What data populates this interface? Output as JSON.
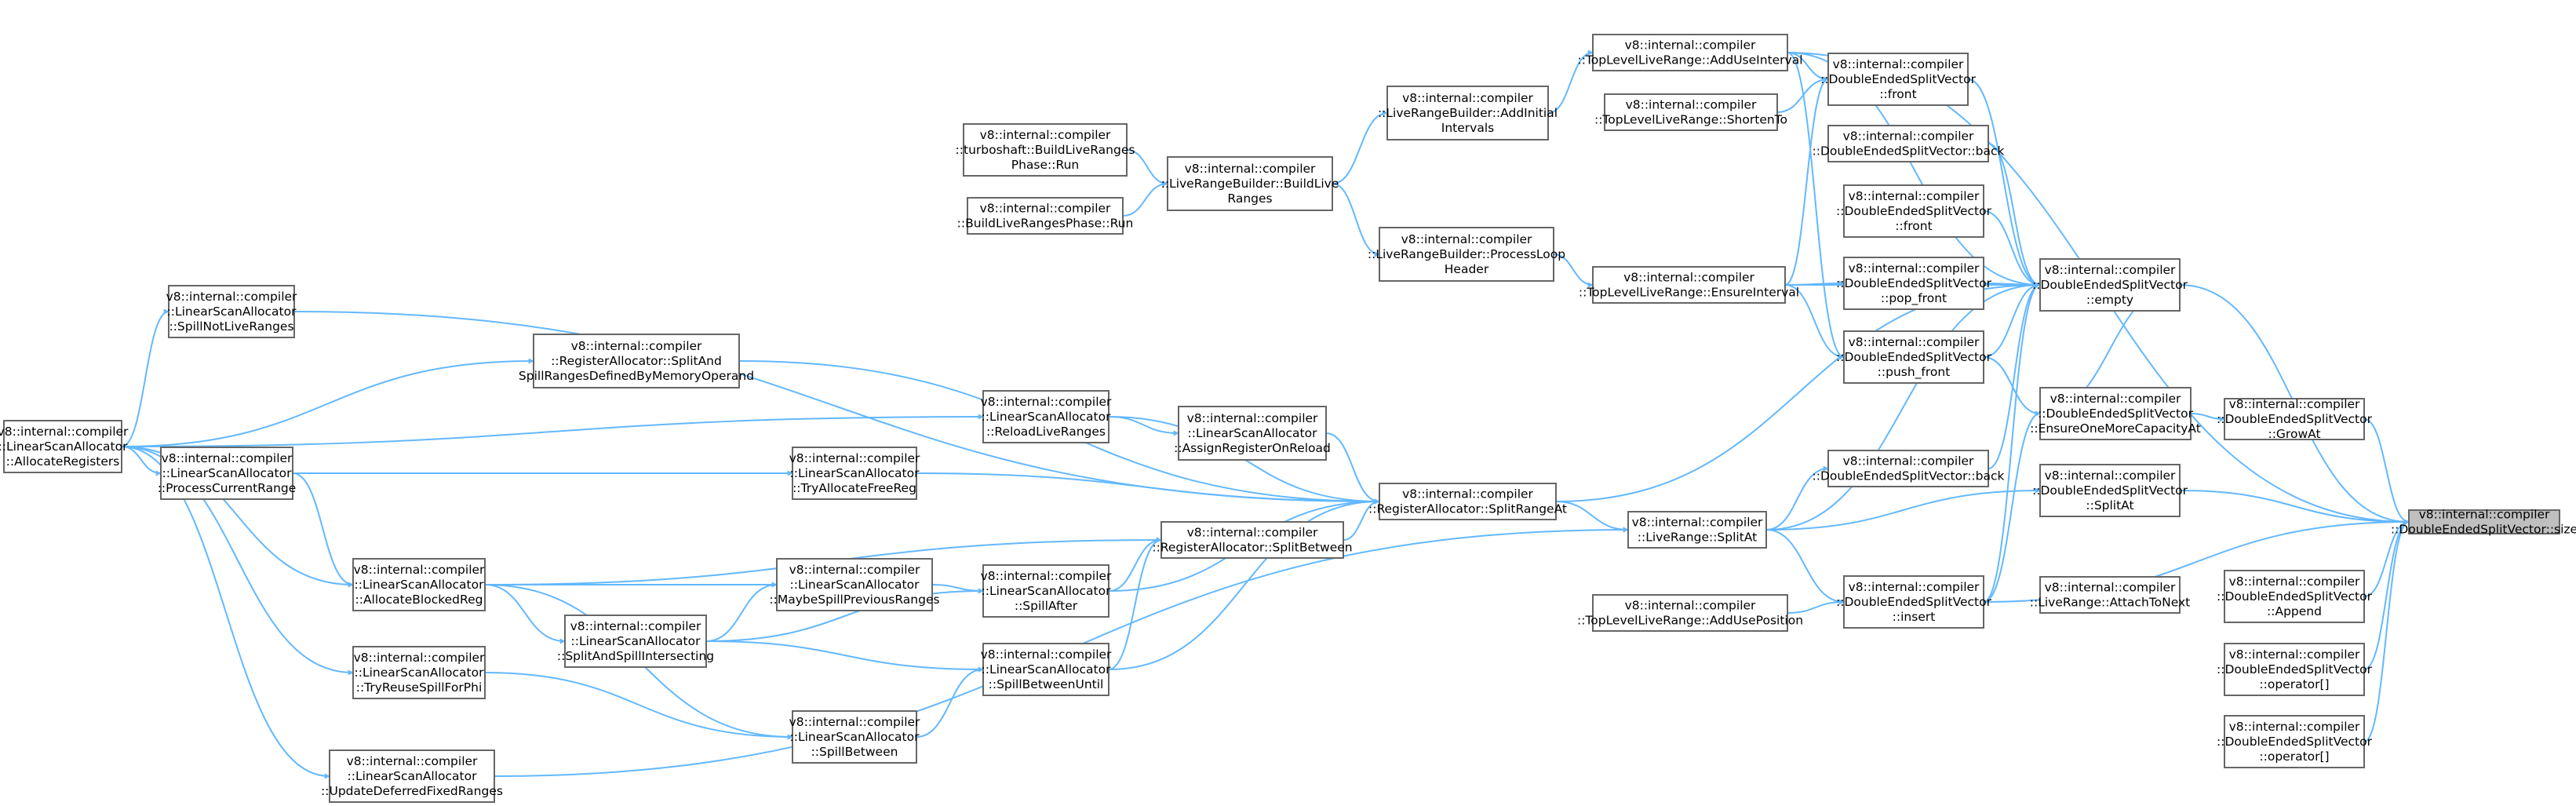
{
  "graph": {
    "edge_color": "#63b8ff",
    "node_border_color": "#666666",
    "focus_fill_color": "#bfbfbf",
    "nodes": [
      {
        "id": "size",
        "lines": [
          "v8::internal::compiler",
          "::DoubleEndedSplitVector::size"
        ],
        "focus": true
      },
      {
        "id": "growat",
        "lines": [
          "v8::internal::compiler",
          "::DoubleEndedSplitVector",
          "::GrowAt"
        ]
      },
      {
        "id": "splitat_dev",
        "lines": [
          "v8::internal::compiler",
          "::DoubleEndedSplitVector",
          "::SplitAt"
        ]
      },
      {
        "id": "append",
        "lines": [
          "v8::internal::compiler",
          "::DoubleEndedSplitVector",
          "::Append"
        ]
      },
      {
        "id": "opidx1",
        "lines": [
          "v8::internal::compiler",
          "::DoubleEndedSplitVector",
          "::operator[]"
        ]
      },
      {
        "id": "opidx2",
        "lines": [
          "v8::internal::compiler",
          "::DoubleEndedSplitVector",
          "::operator[]"
        ]
      },
      {
        "id": "empty",
        "lines": [
          "v8::internal::compiler",
          "::DoubleEndedSplitVector",
          "::empty"
        ]
      },
      {
        "id": "ensure1",
        "lines": [
          "v8::internal::compiler",
          "::DoubleEndedSplitVector",
          "::EnsureOneMoreCapacityAt"
        ]
      },
      {
        "id": "attachtonext",
        "lines": [
          "v8::internal::compiler",
          "::LiveRange::AttachToNext"
        ]
      },
      {
        "id": "front1",
        "lines": [
          "v8::internal::compiler",
          "::DoubleEndedSplitVector",
          "::front"
        ]
      },
      {
        "id": "back1",
        "lines": [
          "v8::internal::compiler",
          "::DoubleEndedSplitVector::back"
        ]
      },
      {
        "id": "front2",
        "lines": [
          "v8::internal::compiler",
          "::DoubleEndedSplitVector",
          "::front"
        ]
      },
      {
        "id": "popfront",
        "lines": [
          "v8::internal::compiler",
          "::DoubleEndedSplitVector",
          "::pop_front"
        ]
      },
      {
        "id": "pushfront",
        "lines": [
          "v8::internal::compiler",
          "::DoubleEndedSplitVector",
          "::push_front"
        ]
      },
      {
        "id": "back2",
        "lines": [
          "v8::internal::compiler",
          "::DoubleEndedSplitVector::back"
        ]
      },
      {
        "id": "insert",
        "lines": [
          "v8::internal::compiler",
          "::DoubleEndedSplitVector",
          "::insert"
        ]
      },
      {
        "id": "adduseinterval",
        "lines": [
          "v8::internal::compiler",
          "::TopLevelLiveRange::AddUseInterval"
        ]
      },
      {
        "id": "shortento",
        "lines": [
          "v8::internal::compiler",
          "::TopLevelLiveRange::ShortenTo"
        ]
      },
      {
        "id": "ensureinterval",
        "lines": [
          "v8::internal::compiler",
          "::TopLevelLiveRange::EnsureInterval"
        ]
      },
      {
        "id": "splitat_lr",
        "lines": [
          "v8::internal::compiler",
          "::LiveRange::SplitAt"
        ]
      },
      {
        "id": "addusepos",
        "lines": [
          "v8::internal::compiler",
          "::TopLevelLiveRange::AddUsePosition"
        ]
      },
      {
        "id": "addinitial",
        "lines": [
          "v8::internal::compiler",
          "::LiveRangeBuilder::AddInitial",
          "Intervals"
        ]
      },
      {
        "id": "processloop",
        "lines": [
          "v8::internal::compiler",
          "::LiveRangeBuilder::ProcessLoop",
          "Header"
        ]
      },
      {
        "id": "buildlive",
        "lines": [
          "v8::internal::compiler",
          "::LiveRangeBuilder::BuildLive",
          "Ranges"
        ]
      },
      {
        "id": "tsbuild",
        "lines": [
          "v8::internal::compiler",
          "::turboshaft::BuildLiveRanges",
          "Phase::Run"
        ]
      },
      {
        "id": "buildphase",
        "lines": [
          "v8::internal::compiler",
          "::BuildLiveRangesPhase::Run"
        ]
      },
      {
        "id": "splitrangeat",
        "lines": [
          "v8::internal::compiler",
          "::RegisterAllocator::SplitRangeAt"
        ]
      },
      {
        "id": "splitbetween_ra",
        "lines": [
          "v8::internal::compiler",
          "::RegisterAllocator::SplitBetween"
        ]
      },
      {
        "id": "assignreg",
        "lines": [
          "v8::internal::compiler",
          "::LinearScanAllocator",
          "::AssignRegisterOnReload"
        ]
      },
      {
        "id": "reloadlive",
        "lines": [
          "v8::internal::compiler",
          "::LinearScanAllocator",
          "::ReloadLiveRanges"
        ]
      },
      {
        "id": "spillafter",
        "lines": [
          "v8::internal::compiler",
          "::LinearScanAllocator",
          "::SpillAfter"
        ]
      },
      {
        "id": "spillbetweenuntil",
        "lines": [
          "v8::internal::compiler",
          "::LinearScanAllocator",
          "::SpillBetweenUntil"
        ]
      },
      {
        "id": "tryallocfree",
        "lines": [
          "v8::internal::compiler",
          "::LinearScanAllocator",
          "::TryAllocateFreeReg"
        ]
      },
      {
        "id": "maybespill",
        "lines": [
          "v8::internal::compiler",
          "::LinearScanAllocator",
          "::MaybeSpillPreviousRanges"
        ]
      },
      {
        "id": "spillbetween",
        "lines": [
          "v8::internal::compiler",
          "::LinearScanAllocator",
          "::SpillBetween"
        ]
      },
      {
        "id": "splitandspill",
        "lines": [
          "v8::internal::compiler",
          "::RegisterAllocator::SplitAnd",
          "SpillRangesDefinedByMemoryOperand"
        ]
      },
      {
        "id": "splitspillint",
        "lines": [
          "v8::internal::compiler",
          "::LinearScanAllocator",
          "::SplitAndSpillIntersecting"
        ]
      },
      {
        "id": "allocblocked",
        "lines": [
          "v8::internal::compiler",
          "::LinearScanAllocator",
          "::AllocateBlockedReg"
        ]
      },
      {
        "id": "tryreuse",
        "lines": [
          "v8::internal::compiler",
          "::LinearScanAllocator",
          "::TryReuseSpillForPhi"
        ]
      },
      {
        "id": "updatedeferred",
        "lines": [
          "v8::internal::compiler",
          "::LinearScanAllocator",
          "::UpdateDeferredFixedRanges"
        ]
      },
      {
        "id": "spillnotlive",
        "lines": [
          "v8::internal::compiler",
          "::LinearScanAllocator",
          "::SpillNotLiveRanges"
        ]
      },
      {
        "id": "processcurrent",
        "lines": [
          "v8::internal::compiler",
          "::LinearScanAllocator",
          "::ProcessCurrentRange"
        ]
      },
      {
        "id": "allocregs",
        "lines": [
          "v8::internal::compiler",
          "::LinearScanAllocator",
          "::AllocateRegisters"
        ]
      }
    ],
    "edges": [
      [
        "growat",
        "size"
      ],
      [
        "splitat_dev",
        "size"
      ],
      [
        "append",
        "size"
      ],
      [
        "opidx1",
        "size"
      ],
      [
        "opidx2",
        "size"
      ],
      [
        "empty",
        "size"
      ],
      [
        "adduseinterval",
        "size"
      ],
      [
        "insert",
        "size"
      ],
      [
        "ensure1",
        "growat"
      ],
      [
        "front1",
        "empty"
      ],
      [
        "back1",
        "empty"
      ],
      [
        "front2",
        "empty"
      ],
      [
        "popfront",
        "empty"
      ],
      [
        "pushfront",
        "empty"
      ],
      [
        "back2",
        "empty"
      ],
      [
        "ensure1",
        "empty"
      ],
      [
        "insert",
        "empty"
      ],
      [
        "adduseinterval",
        "empty"
      ],
      [
        "ensureinterval",
        "empty"
      ],
      [
        "splitat_lr",
        "empty"
      ],
      [
        "splitrangeat",
        "empty"
      ],
      [
        "insert",
        "ensure1"
      ],
      [
        "pushfront",
        "ensure1"
      ],
      [
        "adduseinterval",
        "front1"
      ],
      [
        "shortento",
        "front1"
      ],
      [
        "ensureinterval",
        "front1"
      ],
      [
        "ensureinterval",
        "popfront"
      ],
      [
        "ensureinterval",
        "pushfront"
      ],
      [
        "adduseinterval",
        "pushfront"
      ],
      [
        "splitat_lr",
        "back2"
      ],
      [
        "splitat_lr",
        "splitat_dev"
      ],
      [
        "splitat_lr",
        "insert"
      ],
      [
        "addusepos",
        "insert"
      ],
      [
        "addinitial",
        "adduseinterval"
      ],
      [
        "processloop",
        "ensureinterval"
      ],
      [
        "buildlive",
        "addinitial"
      ],
      [
        "buildlive",
        "processloop"
      ],
      [
        "tsbuild",
        "buildlive"
      ],
      [
        "buildphase",
        "buildlive"
      ],
      [
        "splitrangeat",
        "splitat_lr"
      ],
      [
        "updatedeferred",
        "splitat_lr"
      ],
      [
        "splitbetween_ra",
        "splitrangeat"
      ],
      [
        "assignreg",
        "splitrangeat"
      ],
      [
        "reloadlive",
        "splitrangeat"
      ],
      [
        "spillafter",
        "splitrangeat"
      ],
      [
        "spillbetweenuntil",
        "splitrangeat"
      ],
      [
        "tryallocfree",
        "splitrangeat"
      ],
      [
        "splitandspill",
        "splitrangeat"
      ],
      [
        "spillnotlive",
        "splitrangeat"
      ],
      [
        "spillafter",
        "splitbetween_ra"
      ],
      [
        "spillbetweenuntil",
        "splitbetween_ra"
      ],
      [
        "allocblocked",
        "splitbetween_ra"
      ],
      [
        "reloadlive",
        "assignreg"
      ],
      [
        "maybespill",
        "spillafter"
      ],
      [
        "splitspillint",
        "spillafter"
      ],
      [
        "splitspillint",
        "spillbetweenuntil"
      ],
      [
        "spillbetween",
        "spillbetweenuntil"
      ],
      [
        "allocblocked",
        "maybespill"
      ],
      [
        "splitspillint",
        "maybespill"
      ],
      [
        "allocblocked",
        "spillbetween"
      ],
      [
        "tryreuse",
        "spillbetween"
      ],
      [
        "allocblocked",
        "splitspillint"
      ],
      [
        "allocregs",
        "reloadlive"
      ],
      [
        "allocregs",
        "splitandspill"
      ],
      [
        "allocregs",
        "spillnotlive"
      ],
      [
        "allocregs",
        "processcurrent"
      ],
      [
        "allocregs",
        "allocblocked"
      ],
      [
        "allocregs",
        "tryreuse"
      ],
      [
        "allocregs",
        "updatedeferred"
      ],
      [
        "processcurrent",
        "tryallocfree"
      ],
      [
        "processcurrent",
        "allocblocked"
      ]
    ]
  }
}
